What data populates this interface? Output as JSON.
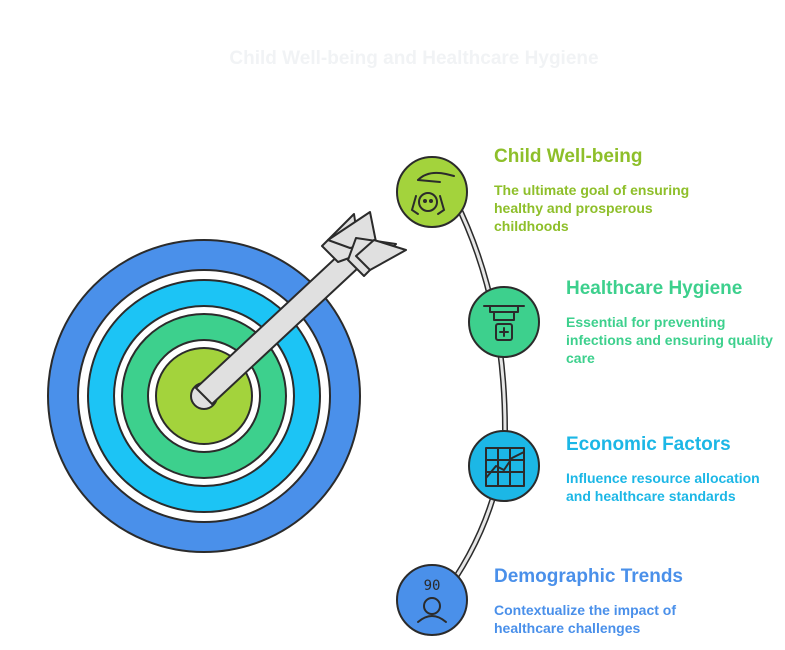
{
  "title": "Child Well-being and Healthcare Hygiene",
  "items": [
    {
      "heading": "Child Well-being",
      "description": "The ultimate goal of ensuring healthy and prosperous childhoods",
      "color": "#8ebf2a",
      "icon": "hand-over-child-icon"
    },
    {
      "heading": "Healthcare Hygiene",
      "description": "Essential for preventing infections and ensuring quality care",
      "color": "#3dd08d",
      "icon": "medical-drone-icon"
    },
    {
      "heading": "Economic Factors",
      "description": "Influence resource allocation and healthcare standards",
      "color": "#1cb7e6",
      "icon": "growth-chart-icon"
    },
    {
      "heading": "Demographic Trends",
      "description": "Contextualize the impact of healthcare challenges",
      "color": "#4a90ea",
      "icon": "elderly-person-icon"
    }
  ],
  "icon_text": {
    "age_label": "90"
  }
}
